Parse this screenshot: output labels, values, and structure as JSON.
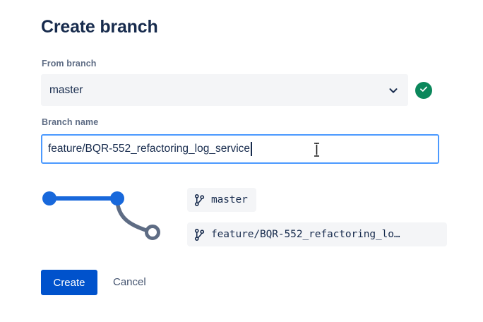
{
  "dialog": {
    "title": "Create branch"
  },
  "from_branch": {
    "label": "From branch",
    "value": "master",
    "chevron_icon": "chevron-down-icon",
    "valid_icon": "check-circle-icon",
    "valid_color": "#0B875B"
  },
  "branch_name": {
    "label": "Branch name",
    "value": "feature/BQR-552_refactoring_log_service",
    "placeholder": "",
    "focus_border_color": "#4C9AFF"
  },
  "graph": {
    "node_color": "#1868DB",
    "branch_color": "#5E6C84",
    "nodes": [
      {
        "name": "commit-node-1",
        "type": "filled"
      },
      {
        "name": "commit-node-2",
        "type": "filled"
      },
      {
        "name": "new-branch-node",
        "type": "hollow"
      }
    ]
  },
  "chips": [
    {
      "icon": "branch-icon",
      "label": "master"
    },
    {
      "icon": "branch-icon",
      "label": "feature/BQR-552_refactoring_lo…"
    }
  ],
  "actions": {
    "create_label": "Create",
    "cancel_label": "Cancel",
    "primary_color": "#0052CC"
  },
  "cursor": {
    "type": "i-beam"
  }
}
